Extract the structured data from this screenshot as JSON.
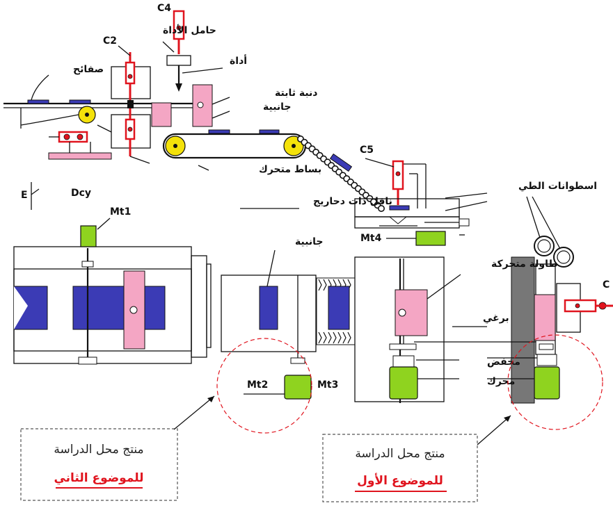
{
  "labels": {
    "c4": "C4",
    "c2": "C2",
    "c5": "C5",
    "c_right": "C",
    "tool_holder": "حامل الأداة",
    "tool": "أداة",
    "sheets": "صفائح",
    "fixed_punch": "دنبة ثابتة",
    "side1": "جانبية",
    "conveyor": "بساط متحرك",
    "roller_conveyor": "ناقل ذات دحاريج",
    "bending_rollers": "اسطوانات الطي",
    "e": "E",
    "dcy": "Dcy",
    "mt1": "Mt1",
    "mt2": "Mt2",
    "mt3": "Mt3",
    "mt4": "Mt4",
    "side2": "جانبية",
    "moving_table": "طاولة متحركة",
    "screw": "برغي",
    "reducer": "مخفض",
    "motor": "محرك"
  },
  "boxes": {
    "left_title": "منتج محل الدراسة",
    "left_subject": "للموضوع الثاني",
    "right_title": "منتج محل الدراسة",
    "right_subject": "للموضوع الأول"
  },
  "colors": {
    "blue": "#3b3bb5",
    "pink": "#f4a6c4",
    "green": "#8fd31f",
    "yellow": "#f4e20a",
    "red": "#e0141e"
  }
}
